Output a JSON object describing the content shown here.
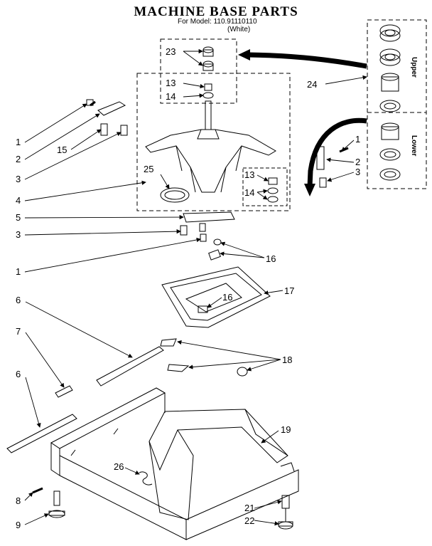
{
  "header": {
    "title": "MACHINE BASE PARTS",
    "model": "For Model: 110.91110110",
    "color": "(White)"
  },
  "inset": {
    "upper_label": "Upper",
    "lower_label": "Lower"
  },
  "callouts": [
    {
      "id": "c1a",
      "label": "1"
    },
    {
      "id": "c2a",
      "label": "2"
    },
    {
      "id": "c15",
      "label": "15"
    },
    {
      "id": "c3a",
      "label": "3"
    },
    {
      "id": "c4",
      "label": "4"
    },
    {
      "id": "c25",
      "label": "25"
    },
    {
      "id": "c5",
      "label": "5"
    },
    {
      "id": "c3b",
      "label": "3"
    },
    {
      "id": "c1b",
      "label": "1"
    },
    {
      "id": "c6a",
      "label": "6"
    },
    {
      "id": "c7",
      "label": "7"
    },
    {
      "id": "c6b",
      "label": "6"
    },
    {
      "id": "c8",
      "label": "8"
    },
    {
      "id": "c9",
      "label": "9"
    },
    {
      "id": "c23",
      "label": "23"
    },
    {
      "id": "c13a",
      "label": "13"
    },
    {
      "id": "c14a",
      "label": "14"
    },
    {
      "id": "c13b",
      "label": "13"
    },
    {
      "id": "c14b",
      "label": "14"
    },
    {
      "id": "c24",
      "label": "24"
    },
    {
      "id": "c1c",
      "label": "1"
    },
    {
      "id": "c2b",
      "label": "2"
    },
    {
      "id": "c3c",
      "label": "3"
    },
    {
      "id": "c16a",
      "label": "16"
    },
    {
      "id": "c17",
      "label": "17"
    },
    {
      "id": "c16b",
      "label": "16"
    },
    {
      "id": "c18",
      "label": "18"
    },
    {
      "id": "c19",
      "label": "19"
    },
    {
      "id": "c26",
      "label": "26"
    },
    {
      "id": "c21",
      "label": "21"
    },
    {
      "id": "c22",
      "label": "22"
    }
  ]
}
